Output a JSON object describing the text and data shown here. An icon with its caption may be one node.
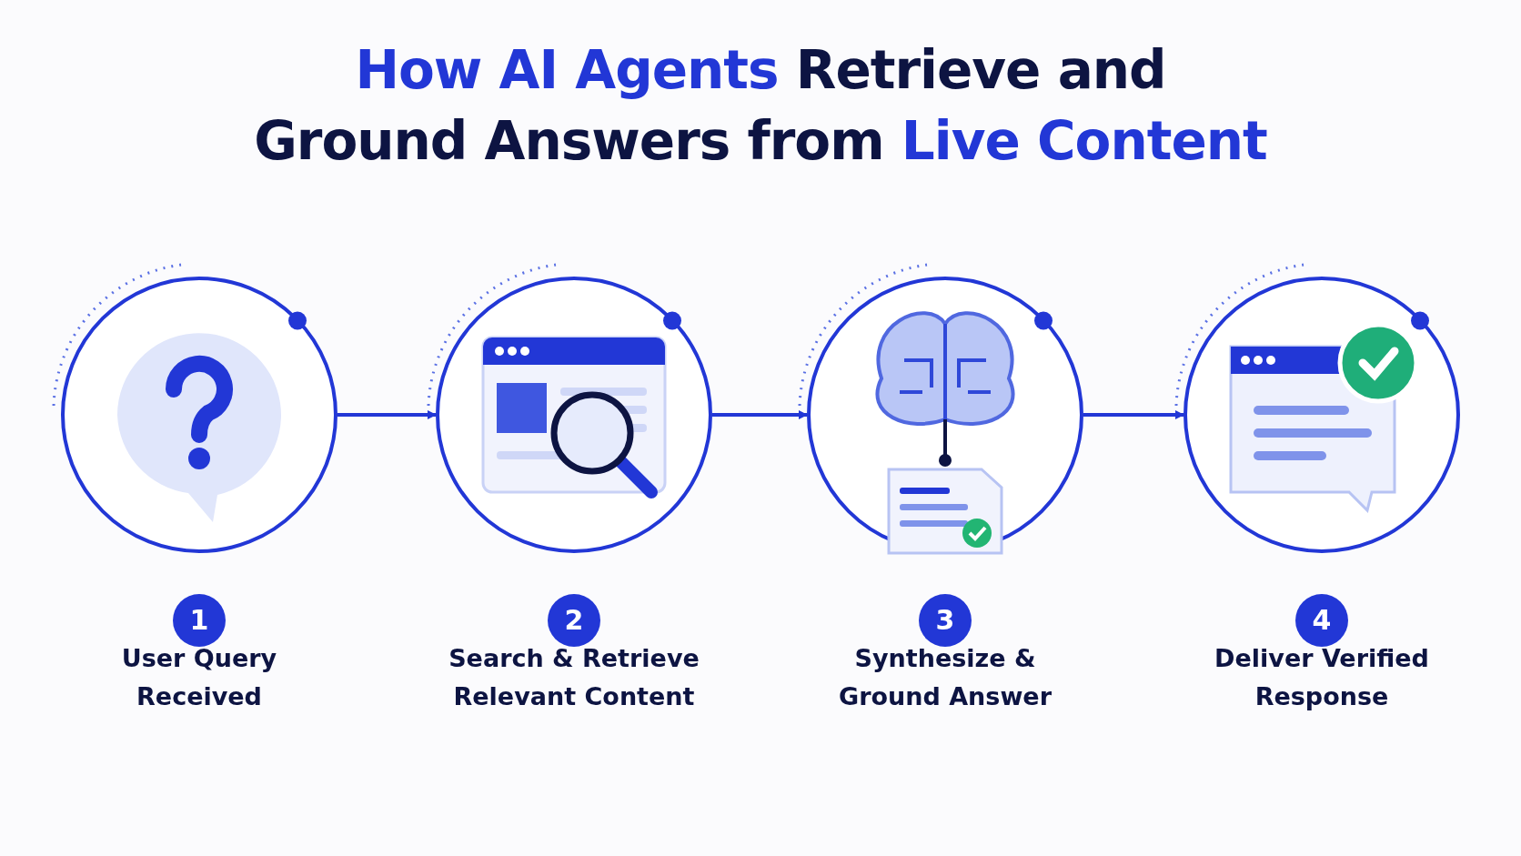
{
  "diagram": {
    "title": "How AI Agents Retrieve and Ground Answers from Live Content",
    "nodes": [
      {
        "text": [
          "1",
          "User Query Received"
        ]
      },
      {
        "text": [
          "2",
          "Search & Retrieve Relevant Content"
        ]
      },
      {
        "text": [
          "3",
          "Synthesize & Ground Answer"
        ]
      },
      {
        "text": [
          "4",
          "Deliver Verified Response"
        ]
      }
    ],
    "edges": [
      {
        "from": 0,
        "to": 1,
        "arrow": "to"
      },
      {
        "from": 1,
        "to": 2,
        "arrow": "to"
      },
      {
        "from": 2,
        "to": 3,
        "arrow": "to"
      }
    ]
  }
}
